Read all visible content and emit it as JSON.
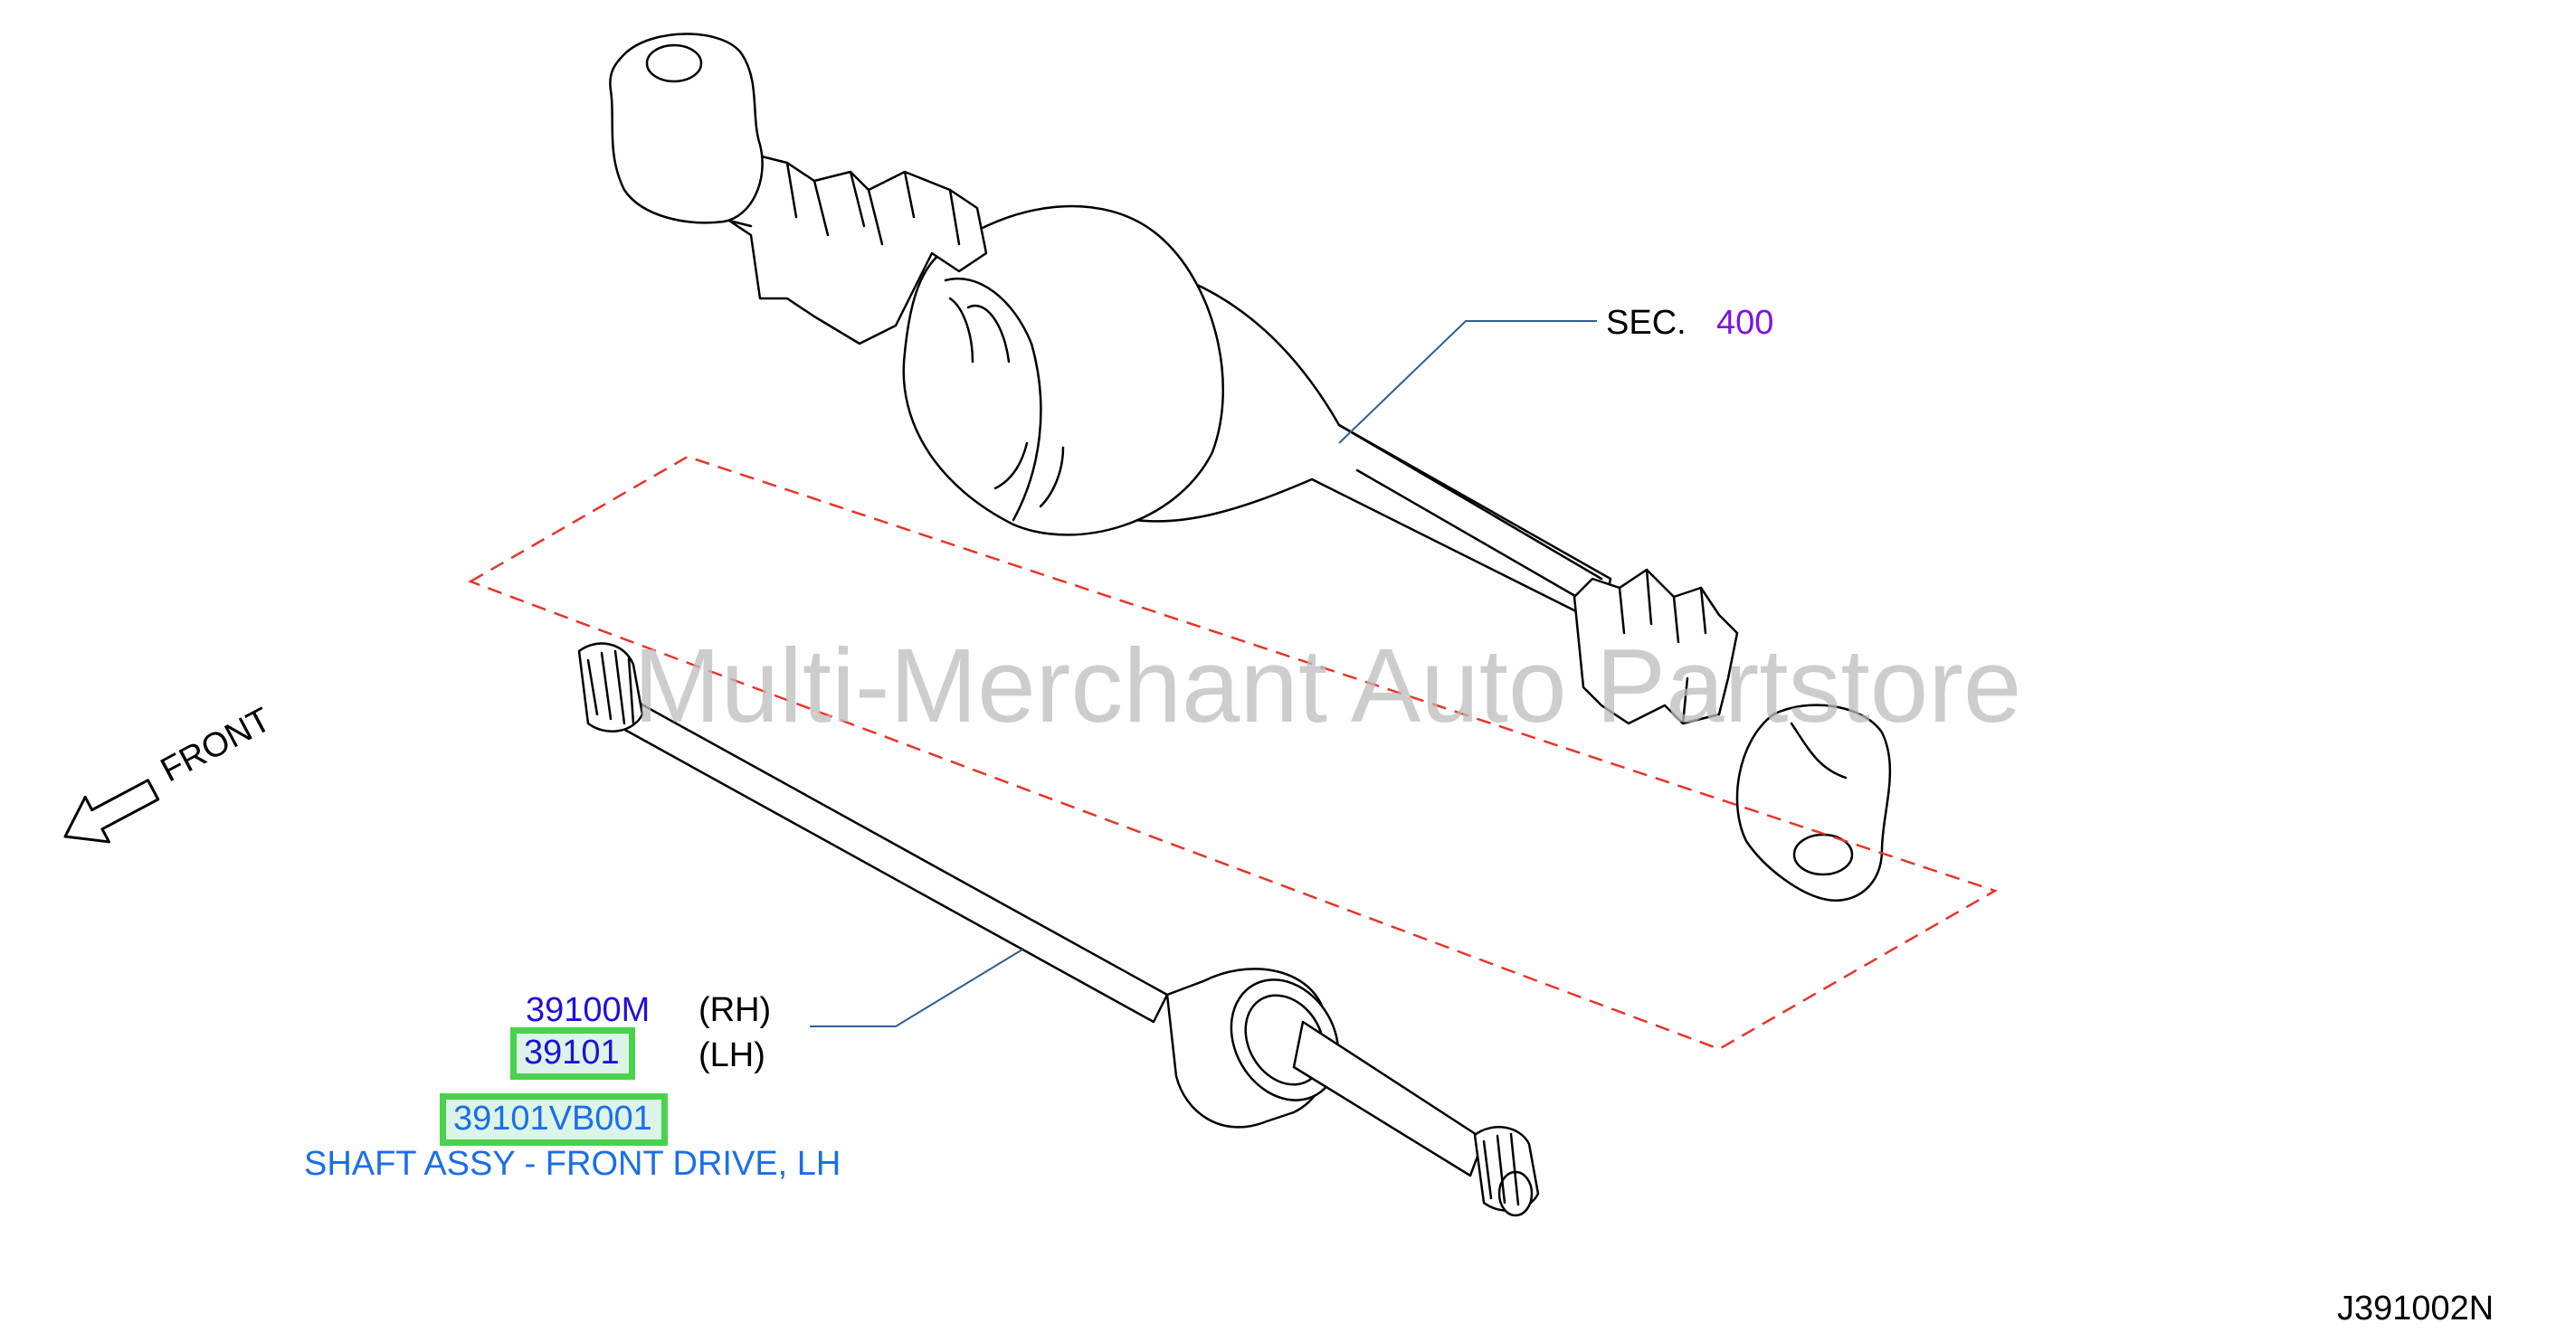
{
  "watermark": "Multi-Merchant Auto Partstore",
  "front_label": "FRONT",
  "section_ref": {
    "prefix": "SEC.",
    "number": "400"
  },
  "callouts": {
    "rh_part": "39100M",
    "rh_side": "(RH)",
    "lh_part": "39101",
    "lh_side": "(LH)",
    "full_part_number": "39101VB001",
    "description": "SHAFT ASSY - FRONT DRIVE, LH"
  },
  "diagram_code": "J391002N",
  "colors": {
    "part_number": "#1f10d8",
    "section_number": "#7d12e6",
    "description": "#1a6ee8",
    "highlight_border": "#49d24c",
    "dashed_outline": "#e8342a",
    "leader_line": "#2f5e93"
  }
}
